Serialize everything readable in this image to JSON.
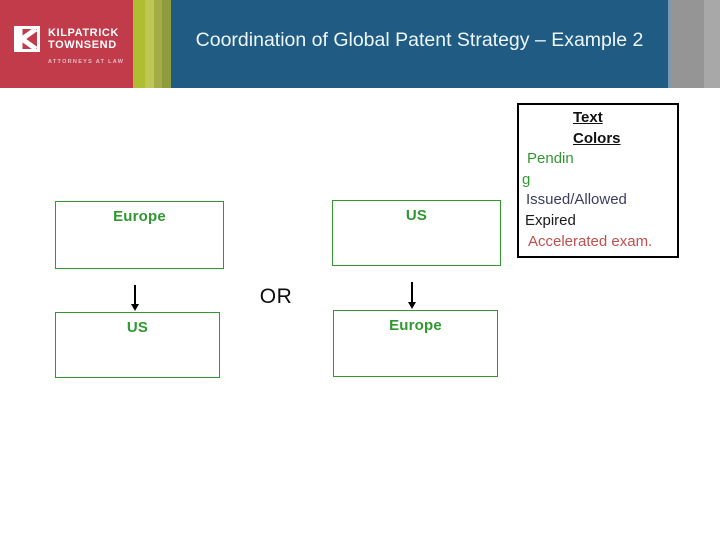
{
  "header": {
    "title": "Coordination of Global Patent Strategy – Example 2"
  },
  "logo": {
    "firm_line1": "KILPATRICK",
    "firm_line2": "TOWNSEND",
    "tagline": "ATTORNEYS AT LAW"
  },
  "legend": {
    "heading_line1": "Text",
    "heading_line2": "Colors",
    "items": [
      {
        "label": "Pendin",
        "color": "#2f992f"
      },
      {
        "label": "g",
        "color": "#2f992f"
      },
      {
        "label": "Issued/Allowed",
        "color": "#3c3c60"
      },
      {
        "label": "Expired",
        "color": "#1a1a1a"
      },
      {
        "label": "Accelerated exam.",
        "color": "#c0504d"
      }
    ]
  },
  "diagram": {
    "or_label": "OR",
    "boxes": [
      {
        "position": "top-left",
        "label": "Europe"
      },
      {
        "position": "top-right",
        "label": "US"
      },
      {
        "position": "bottom-left",
        "label": "US"
      },
      {
        "position": "bottom-right",
        "label": "Europe"
      }
    ]
  },
  "colors": {
    "brand_red": "#c23b4b",
    "header_blue": "#1f5b83",
    "stripe_olive": "#aebe30",
    "stripe_olive_light": "#bec754",
    "stripe_olive_mid": "#a3ad45",
    "stripe_olive_dark": "#8e9c3e",
    "side_gray": "#959595",
    "side_gray_light": "#a8a8a8",
    "box_green": "#2f992f",
    "arrow_black": "#000000"
  }
}
